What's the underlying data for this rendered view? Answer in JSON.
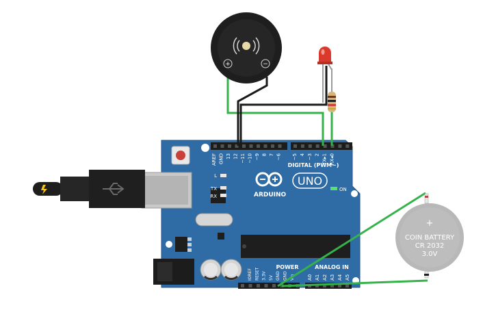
{
  "board": {
    "brand": "ARDUINO",
    "model": "UNO",
    "on_label": "ON",
    "led_labels": [
      "L",
      "TX",
      "RX"
    ],
    "digital_header_label": "DIGITAL (PWM~)",
    "digital_pins": [
      "AREF",
      "GND",
      "13",
      "12",
      "~11",
      "~10",
      "~9",
      "8",
      "7",
      "~6",
      "~5",
      "4",
      "~3",
      "2",
      "TX▸1",
      "RX◂0"
    ],
    "power_label": "POWER",
    "analog_label": "ANALOG IN",
    "power_pins": [
      "IOREF",
      "RESET",
      "3.3V",
      "5V",
      "GND",
      "GND",
      "Vin"
    ],
    "analog_pins": [
      "A0",
      "A1",
      "A2",
      "A3",
      "A4",
      "A5"
    ]
  },
  "battery": {
    "polarity": "+",
    "line1": "COIN BATTERY",
    "line2": "CR 2032",
    "line3": "3.0V"
  },
  "buzzer": {
    "plus": "+",
    "minus": "−"
  },
  "colors": {
    "board": "#2f6ca6",
    "wire_green": "#35b24a",
    "wire_black": "#1a1a1a",
    "led_red": "#d93a2b"
  }
}
